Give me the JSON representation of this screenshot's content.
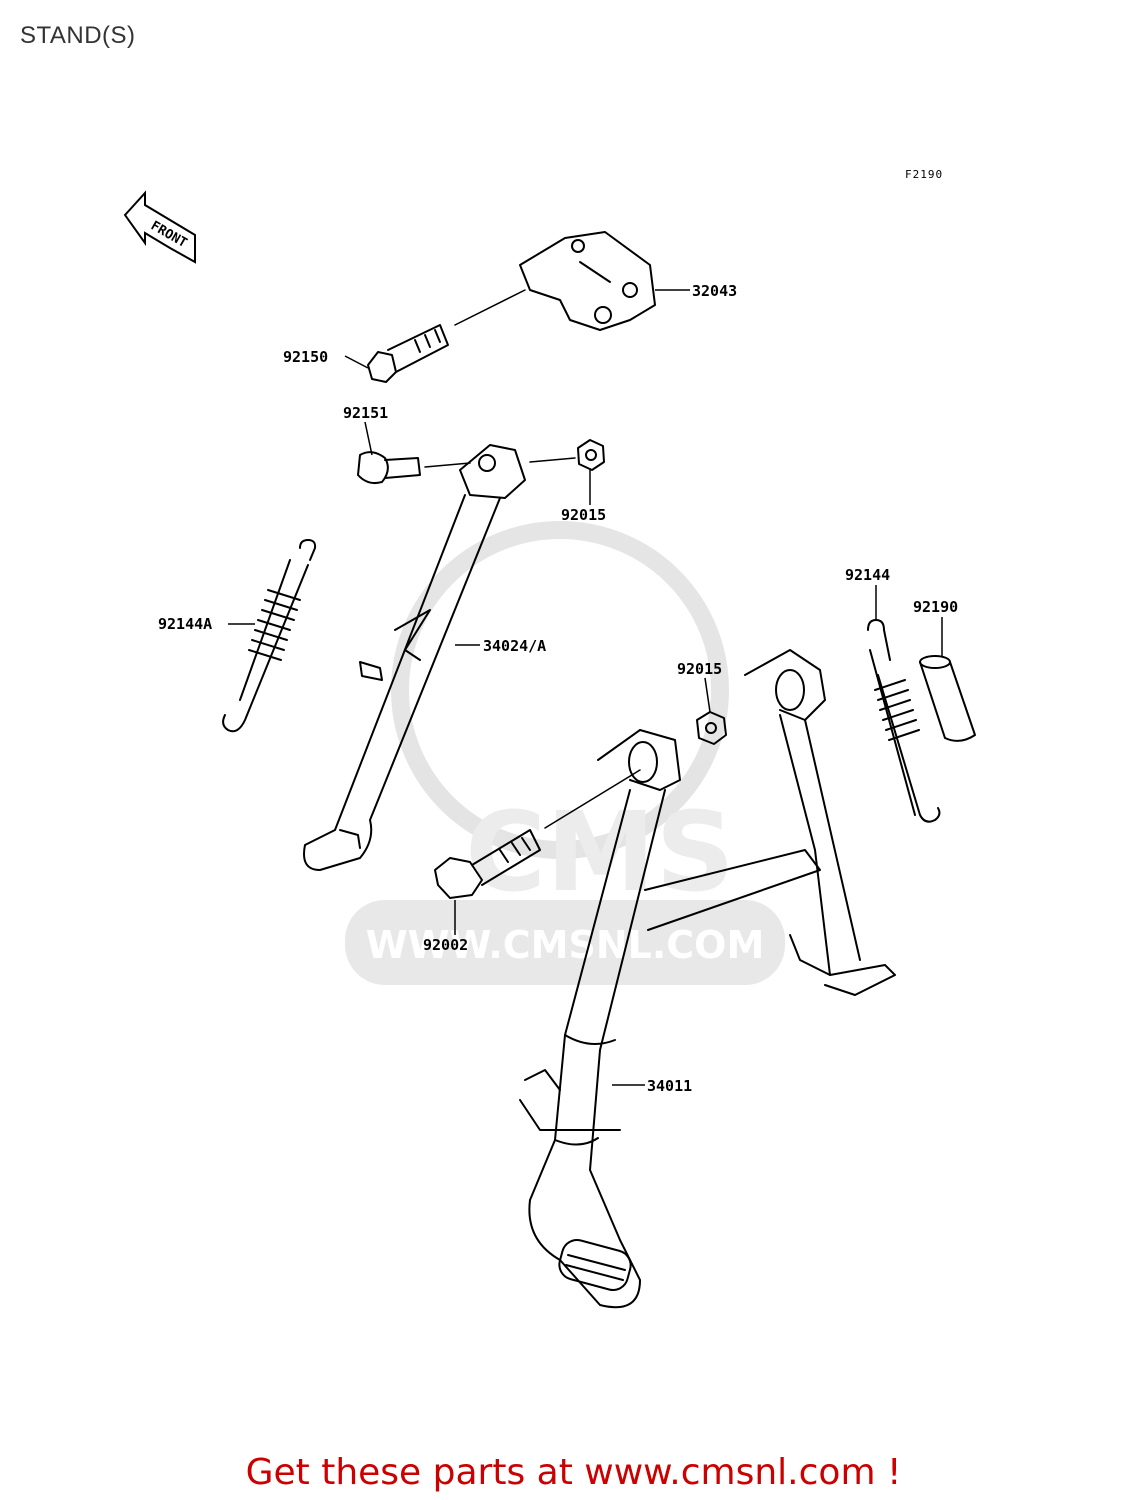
{
  "page": {
    "title": "STAND(S)",
    "diagram_code": "F2190",
    "front_label": "FRONT"
  },
  "watermark": {
    "text": "WWW.CMSNL.COM",
    "logo_text": "CMS"
  },
  "callouts": [
    {
      "id": "32043"
    },
    {
      "id": "92150"
    },
    {
      "id": "92151"
    },
    {
      "id": "92015"
    },
    {
      "id": "92144A"
    },
    {
      "id": "34024/A"
    },
    {
      "id": "92144"
    },
    {
      "id": "92190"
    },
    {
      "id": "92015"
    },
    {
      "id": "92002"
    },
    {
      "id": "34011"
    }
  ],
  "footer": {
    "cta": "Get these parts at www.cmsnl.com !",
    "color": "#cc0000"
  }
}
